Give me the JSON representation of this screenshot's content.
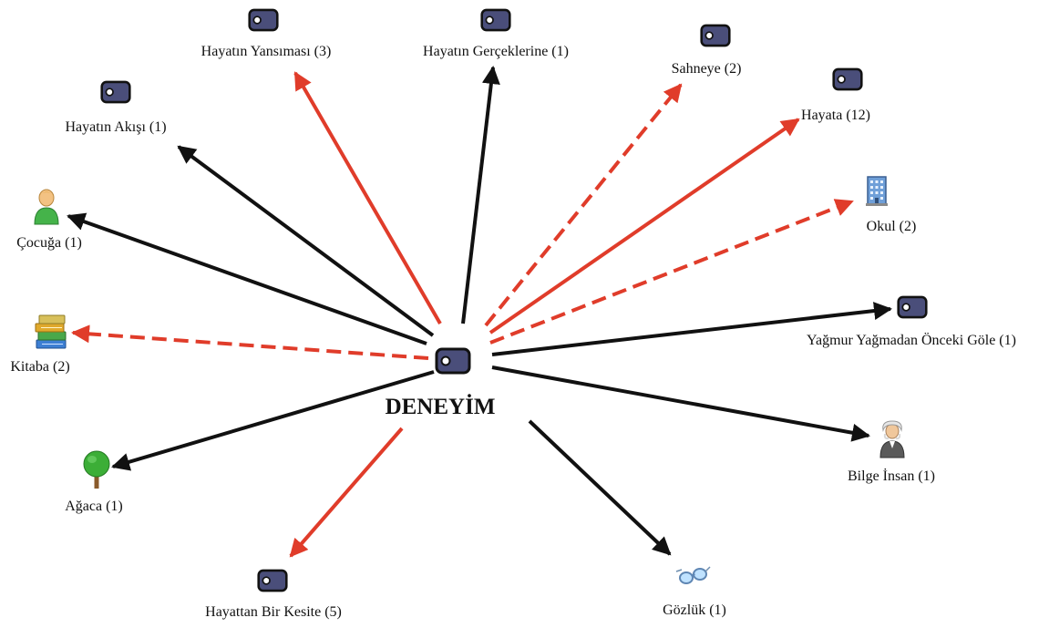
{
  "center": {
    "label": "DENEYİM"
  },
  "colors": {
    "black_edge": "#111111",
    "red_edge": "#e03c2a",
    "tag_fill": "#4a4e7a",
    "tag_stroke": "#121212"
  },
  "nodes": [
    {
      "id": "hayatin-yansimasi",
      "label": "Hayatın Yansıması (3)",
      "icon": "tag-icon",
      "edge": "red-solid"
    },
    {
      "id": "hayatin-gerceklerine",
      "label": "Hayatın Gerçeklerine (1)",
      "icon": "tag-icon",
      "edge": "black"
    },
    {
      "id": "sahneye",
      "label": "Sahneye (2)",
      "icon": "tag-icon",
      "edge": "red-dashed"
    },
    {
      "id": "hayata",
      "label": "Hayata (12)",
      "icon": "tag-icon",
      "edge": "red-solid"
    },
    {
      "id": "hayatin-akisi",
      "label": "Hayatın Akışı (1)",
      "icon": "tag-icon",
      "edge": "black"
    },
    {
      "id": "okul",
      "label": "Okul (2)",
      "icon": "building-icon",
      "edge": "red-dashed"
    },
    {
      "id": "cocuga",
      "label": "Çocuğa (1)",
      "icon": "person-icon",
      "edge": "black"
    },
    {
      "id": "kitaba",
      "label": "Kitaba (2)",
      "icon": "books-icon",
      "edge": "red-dashed"
    },
    {
      "id": "yagmur",
      "label": "Yağmur Yağmadan Önceki Göle (1)",
      "icon": "tag-icon",
      "edge": "black"
    },
    {
      "id": "bilge-insan",
      "label": "Bilge İnsan (1)",
      "icon": "wise-man-icon",
      "edge": "black"
    },
    {
      "id": "agaca",
      "label": "Ağaca (1)",
      "icon": "tree-icon",
      "edge": "black"
    },
    {
      "id": "hayattan-bir-kesite",
      "label": "Hayattan Bir Kesite (5)",
      "icon": "tag-icon",
      "edge": "red-solid"
    },
    {
      "id": "gozluk",
      "label": "Gözlük (1)",
      "icon": "glasses-icon",
      "edge": "black"
    }
  ]
}
